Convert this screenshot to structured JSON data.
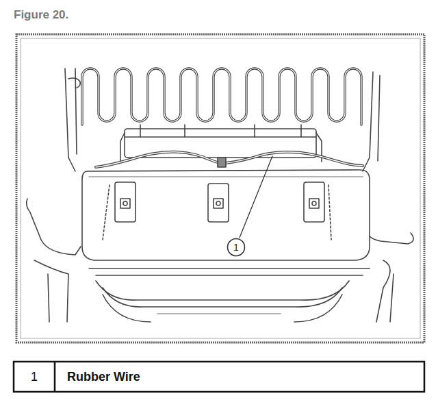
{
  "diagram": {
    "title": "Figure 20.",
    "nodes": [
      {
        "text": [
          "1"
        ]
      }
    ],
    "labels": [
      "1",
      "Rubber Wire"
    ]
  }
}
